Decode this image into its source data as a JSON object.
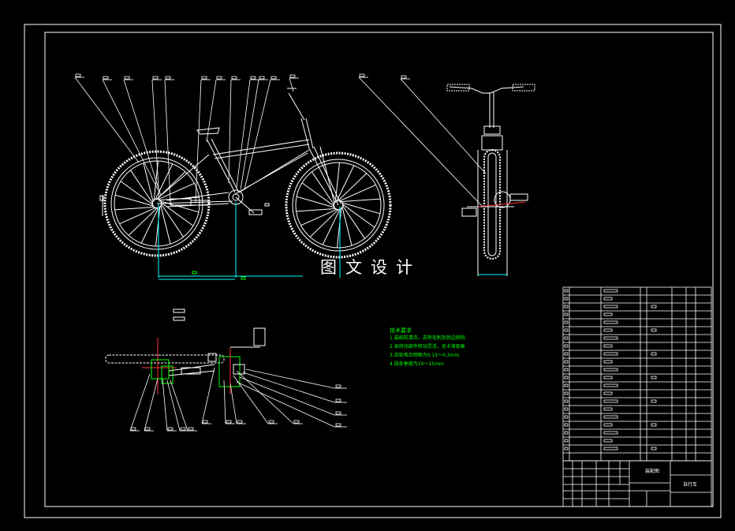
{
  "watermark": "图文设计",
  "technical_notes": {
    "heading": "技术要求",
    "lines": [
      "1.装配前清洗、去除毛刺及锐边倒钝",
      "2.各转动部件转动灵活，无卡滞现象",
      "3.齿轮啮合侧隙为0.15～0.3mm",
      "4.链条垂度为10～15mm"
    ]
  },
  "title_block": {
    "drawing_name": "自行车",
    "material": "装配图"
  },
  "colors": {
    "background": "#000000",
    "line": "#ffffff",
    "note": "#00ff00",
    "dimension": "#00ffff",
    "center": "#ff3333"
  }
}
